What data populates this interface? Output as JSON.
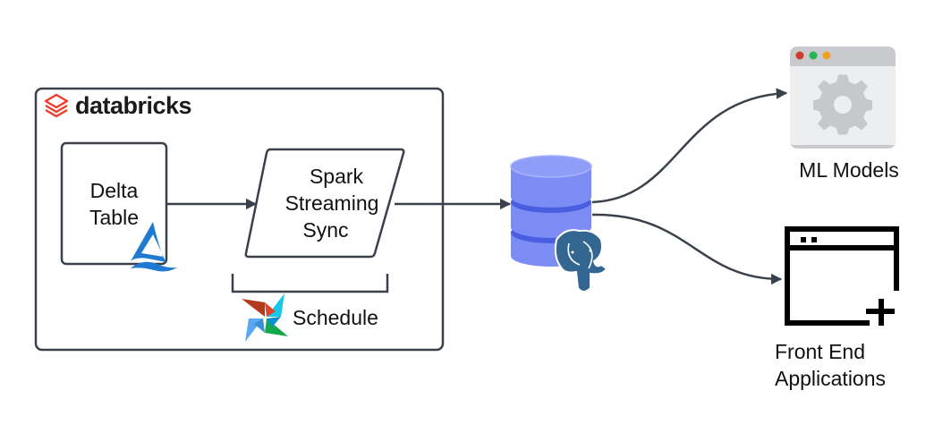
{
  "diagram": {
    "container": {
      "brand": "databricks",
      "brand_color": "#ee3d2c"
    },
    "nodes": {
      "delta_table": {
        "label_line1": "Delta",
        "label_line2": "Table"
      },
      "spark_sync": {
        "label_line1": "Spark",
        "label_line2": "Streaming",
        "label_line3": "Sync"
      },
      "schedule": {
        "label": "Schedule"
      },
      "postgres": {
        "db_color": "#7b8cf5",
        "db_band_color": "#4a5fe0",
        "elephant_color": "#336791"
      },
      "ml_models": {
        "label": "ML Models"
      },
      "front_end": {
        "label_line1": "Front End",
        "label_line2": "Applications"
      }
    },
    "edges": [
      {
        "from": "Delta Table",
        "to": "Spark Streaming Sync"
      },
      {
        "from": "Spark Streaming Sync",
        "to": "Postgres Database"
      },
      {
        "from": "Postgres Database",
        "to": "ML Models"
      },
      {
        "from": "Postgres Database",
        "to": "Front End Applications"
      }
    ],
    "colors": {
      "stroke": "#3b414b",
      "delta_blue": "#1f7bd1"
    }
  }
}
